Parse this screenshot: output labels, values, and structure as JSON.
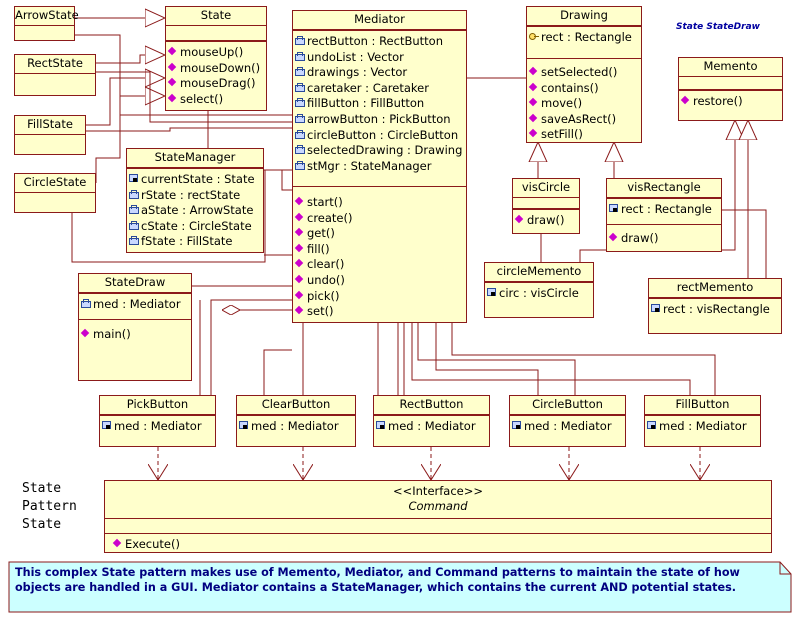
{
  "diagram_title": "State StateDraw",
  "side_label": [
    "State",
    "Pattern",
    "State"
  ],
  "caption": "This complex State pattern makes use of Memento, Mediator, and Command patterns to maintain the state of how objects are handled in a GUI. Mediator contains a StateManager, which contains the current AND potential states.",
  "classes": {
    "arrow_state": {
      "name": "ArrowState"
    },
    "rect_state": {
      "name": "RectState"
    },
    "fill_state": {
      "name": "FillState"
    },
    "circle_state": {
      "name": "CircleState"
    },
    "state": {
      "name": "State",
      "methods": [
        "mouseUp()",
        "mouseDown()",
        "mouseDrag()",
        "select()"
      ]
    },
    "state_manager": {
      "name": "StateManager",
      "attributes": [
        "currentState : State",
        "rState : rectState",
        "aState : ArrowState",
        "cState : CircleState",
        "fState : FillState"
      ]
    },
    "mediator": {
      "name": "Mediator",
      "attributes": [
        "rectButton : RectButton",
        "undoList : Vector",
        "drawings : Vector",
        "caretaker : Caretaker",
        "fillButton : FillButton",
        "arrowButton : PickButton",
        "circleButton : CircleButton",
        "selectedDrawing : Drawing",
        "stMgr : StateManager"
      ],
      "methods": [
        "start()",
        "create()",
        "get()",
        "fill()",
        "clear()",
        "undo()",
        "pick()",
        "set()"
      ]
    },
    "drawing": {
      "name": "Drawing",
      "attributes": [
        "rect : Rectangle"
      ],
      "methods": [
        "setSelected()",
        "contains()",
        "move()",
        "saveAsRect()",
        "setFill()"
      ]
    },
    "memento": {
      "name": "Memento",
      "methods": [
        "restore()"
      ]
    },
    "vis_circle": {
      "name": "visCircle",
      "methods": [
        "draw()"
      ]
    },
    "vis_rectangle": {
      "name": "visRectangle",
      "attributes": [
        "rect : Rectangle"
      ],
      "methods": [
        "draw()"
      ]
    },
    "circle_memento": {
      "name": "circleMemento",
      "attributes": [
        "circ : visCircle"
      ]
    },
    "rect_memento": {
      "name": "rectMemento",
      "attributes": [
        "rect : visRectangle"
      ]
    },
    "state_draw": {
      "name": "StateDraw",
      "attributes": [
        "med : Mediator"
      ],
      "methods": [
        "main()"
      ]
    },
    "pick_button": {
      "name": "PickButton",
      "attributes": [
        "med : Mediator"
      ]
    },
    "clear_button": {
      "name": "ClearButton",
      "attributes": [
        "med : Mediator"
      ]
    },
    "rect_button": {
      "name": "RectButton",
      "attributes": [
        "med : Mediator"
      ]
    },
    "circle_button": {
      "name": "CircleButton",
      "attributes": [
        "med : Mediator"
      ]
    },
    "fill_button": {
      "name": "FillButton",
      "attributes": [
        "med : Mediator"
      ]
    },
    "command": {
      "stereotype": "<<Interface>>",
      "name": "Command",
      "methods": [
        "Execute()"
      ]
    }
  },
  "colors": {
    "class_fill": "#ffffcc",
    "class_border": "#8b1a1a",
    "line": "#8b1a1a",
    "caption_fill": "#ccffff",
    "caption_text": "#000080",
    "method_icon": "#cc00cc"
  }
}
